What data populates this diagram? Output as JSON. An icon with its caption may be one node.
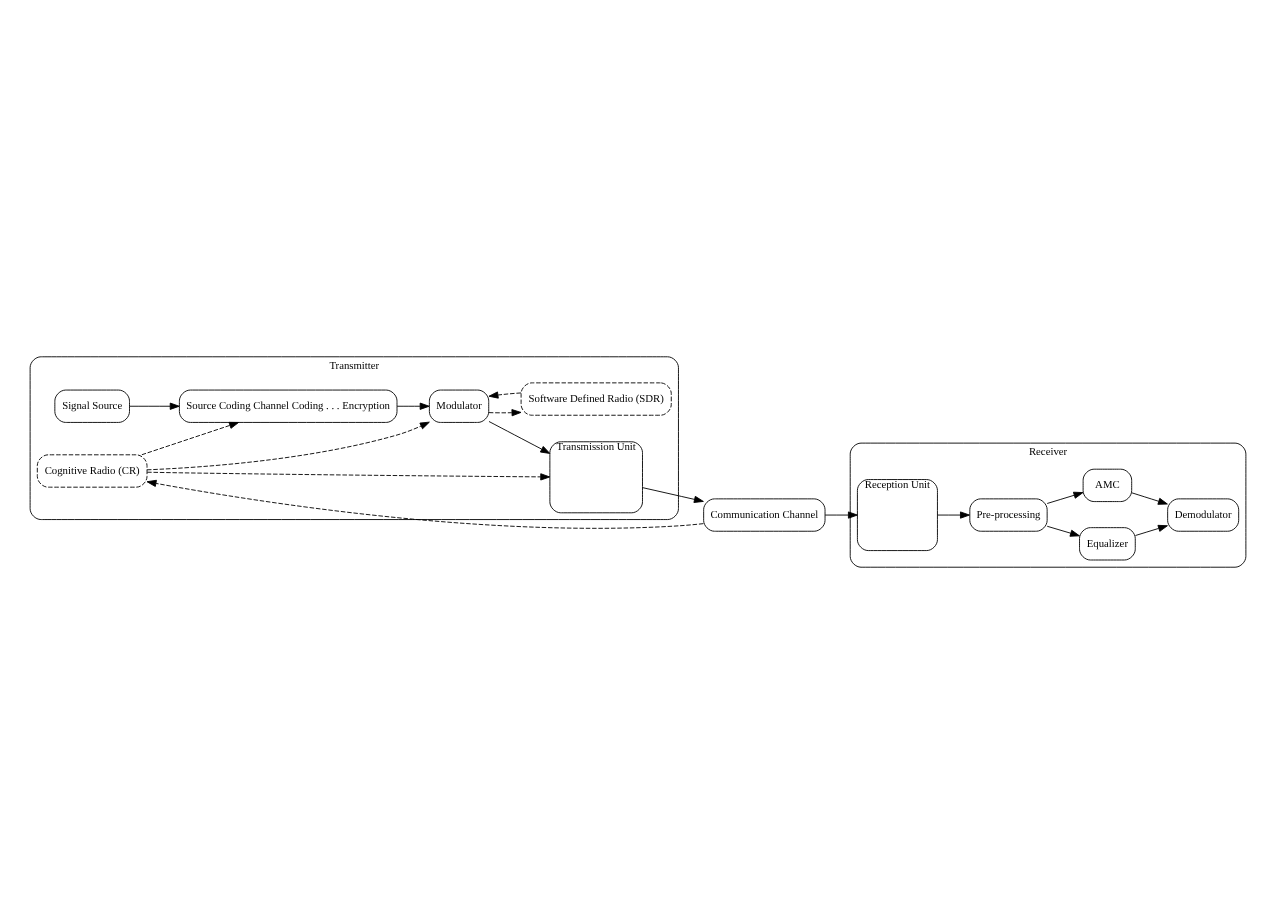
{
  "diagram": {
    "nodes": [
      {
        "text": [
          "Transmitter"
        ]
      },
      {
        "text": [
          "Signal Source"
        ],
        "in": 0
      },
      {
        "text": [
          "Source Coding Channel Coding . . . Encryption"
        ],
        "in": 0
      },
      {
        "text": [
          "Software Defined Radio (SDR)"
        ],
        "in": 0
      },
      {
        "text": [
          "Modulator"
        ],
        "in": 0
      },
      {
        "text": [
          "Transmission Unit"
        ],
        "in": 0
      },
      {
        "text": [
          "Cognitive Radio (CR)"
        ],
        "in": 0
      },
      {
        "text": [
          "Communication Channel"
        ]
      },
      {
        "text": [
          "Receiver"
        ]
      },
      {
        "text": [
          "Equalizer"
        ],
        "in": 8
      },
      {
        "text": [
          "Demodulator"
        ],
        "in": 8
      },
      {
        "text": [
          "Pre-processing"
        ],
        "in": 8
      },
      {
        "text": [
          "AMC"
        ],
        "in": 8
      },
      {
        "text": [
          "Reception Unit"
        ],
        "in": 8
      }
    ],
    "edges": [
      {
        "from": 1,
        "to": 2,
        "arrow": "to"
      },
      {
        "from": 2,
        "to": 4,
        "arrow": "to"
      },
      {
        "from": 4,
        "to": 5,
        "arrow": "to"
      },
      {
        "from": 3,
        "to": 4,
        "arrow": "to",
        "style": "dashed"
      },
      {
        "from": 4,
        "to": 3,
        "arrow": "to",
        "style": "dashed"
      },
      {
        "from": 6,
        "to": 4,
        "arrow": "to",
        "style": "dashed"
      },
      {
        "from": 6,
        "to": 2,
        "arrow": "to",
        "style": "dashed"
      },
      {
        "from": 6,
        "to": 5,
        "arrow": "to",
        "style": "dashed"
      },
      {
        "from": 5,
        "to": 7,
        "arrow": "to"
      },
      {
        "from": 7,
        "to": 6,
        "arrow": "to",
        "style": "dashed"
      },
      {
        "from": 7,
        "to": 13,
        "arrow": "to"
      },
      {
        "from": 13,
        "to": 11,
        "arrow": "to"
      },
      {
        "from": 11,
        "to": 9,
        "arrow": "to"
      },
      {
        "from": 11,
        "to": 12,
        "arrow": "to"
      },
      {
        "from": 9,
        "to": 10,
        "arrow": "to"
      },
      {
        "from": 12,
        "to": 10,
        "arrow": "to"
      }
    ]
  }
}
